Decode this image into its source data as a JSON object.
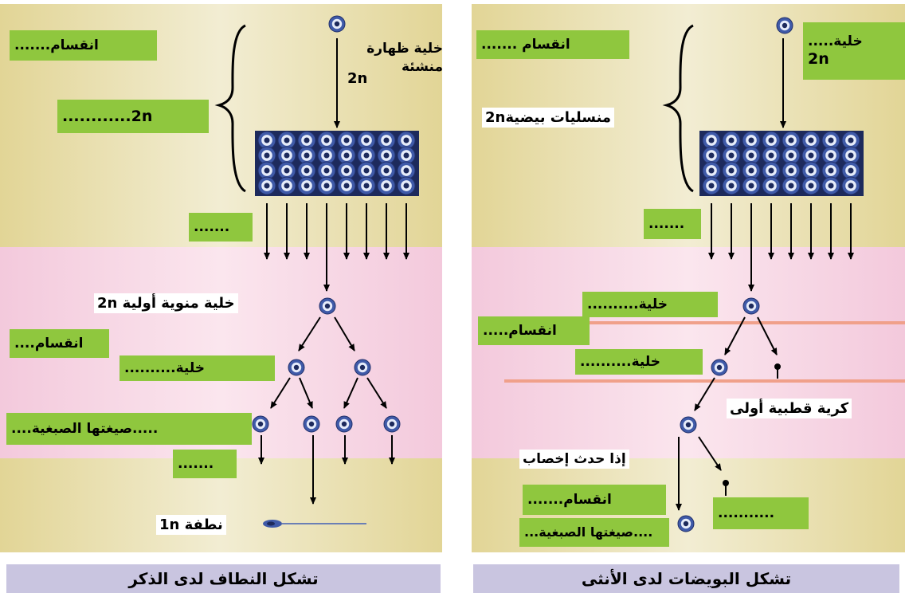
{
  "male": {
    "caption": "تشكل النطاف لدى الذكر",
    "cell_label": "خلية ظهارة منشئة",
    "cell_ploidy": "2n",
    "tag_division": "انقسام.......",
    "tag_stage2n": "2n............",
    "tag_blank": ".......",
    "primary_label": "خلية منوية أولية 2n",
    "tag_division2": "انقسام....",
    "tag_cell": "خلية..........",
    "tag_formula": ".....صيغتها الصبغية....",
    "tag_blank2": ".......",
    "sperm_label": "نطفة 1n"
  },
  "female": {
    "caption": "تشكل البويضات لدى الأنثى",
    "tag_cell_top": "خلية.....",
    "tag_cell_top_ploidy": "2n",
    "tag_division": "انقسام .......",
    "oogonia_label": "منسليات بيضية2n",
    "tag_blank": ".......",
    "tag_cell1": "خلية..........",
    "tag_division2": "انقسام.....",
    "tag_cell2": "خلية..........",
    "polar_label": "كرية قطبية أولى",
    "fert_label": "إذا حدث إخصاب",
    "tag_division3": "انقسام.......",
    "tag_blank2": "...........",
    "tag_formula": "....صيغتها الصبغية..."
  },
  "colors": {
    "tag_green": "#8fc73e",
    "band_yellow": "#e2d596",
    "band_pink": "#f3c9dc",
    "caption_purple": "#c9c5e0",
    "cell_fill": "#3f5aa8",
    "divider_salmon": "#f0a08a"
  }
}
